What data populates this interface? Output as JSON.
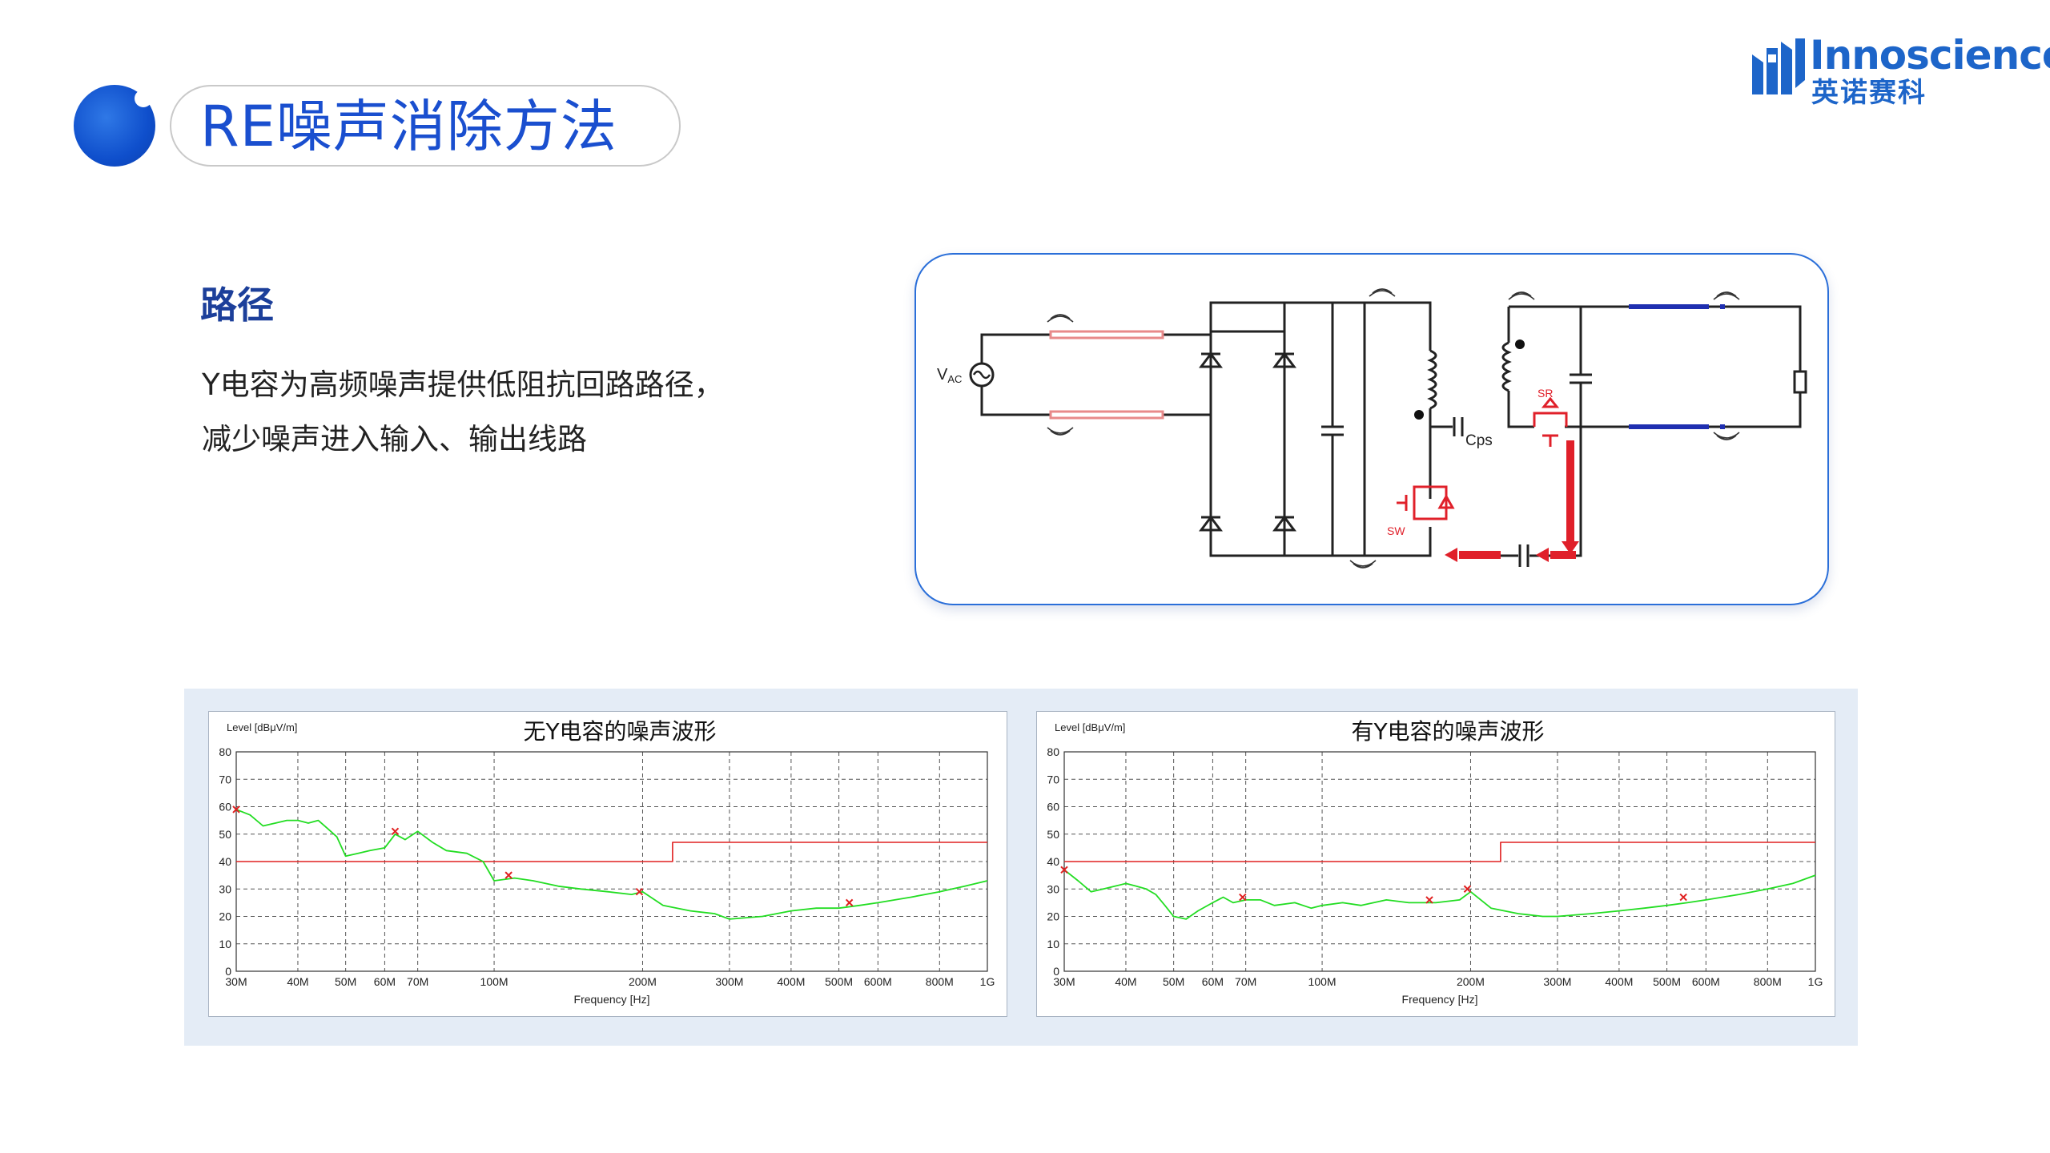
{
  "title": "RE噪声消除方法",
  "logo": {
    "word": "Innoscience",
    "cn": "英诺赛科"
  },
  "section_heading": "路径",
  "body": {
    "line1": "Y电容为高频噪声提供低阻抗回路路径，",
    "line2": "减少噪声进入输入、输出线路"
  },
  "circuit": {
    "vac_label": "V",
    "vac_sub": "AC",
    "cps_label": "Cps",
    "sw_label": "SW",
    "sr_label": "SR",
    "colors": {
      "wire": "#222222",
      "switch": "#e0202a",
      "noise_path": "#e0202a",
      "output_arrow": "#1f2fb0",
      "input_bar": "#e88a8a"
    }
  },
  "chart_data": [
    {
      "type": "line",
      "title": "无Y电容的噪声波形",
      "ylabel": "Level [dBμV/m]",
      "xlabel": "Frequency [Hz]",
      "xscale": "log",
      "xlim": [
        30,
        1000
      ],
      "ylim": [
        0,
        80
      ],
      "yticks": [
        0,
        10,
        20,
        30,
        40,
        50,
        60,
        70,
        80
      ],
      "xticks": [
        30,
        40,
        50,
        60,
        70,
        100,
        200,
        300,
        400,
        500,
        600,
        800,
        1000
      ],
      "xtick_labels": [
        "30M",
        "40M",
        "50M",
        "60M",
        "70M",
        "100M",
        "200M",
        "300M",
        "400M",
        "500M",
        "600M",
        "800M",
        "1G"
      ],
      "grid": true,
      "series": [
        {
          "name": "",
          "color": "#e02020",
          "style": "step",
          "x": [
            30,
            230,
            230,
            1000
          ],
          "y": [
            40,
            40,
            47,
            47
          ]
        },
        {
          "name": "",
          "color": "#22dd22",
          "style": "line",
          "x": [
            30,
            32,
            34,
            36,
            38,
            40,
            42,
            44,
            46,
            48,
            50,
            53,
            56,
            60,
            63,
            66,
            70,
            75,
            80,
            88,
            95,
            100,
            110,
            120,
            135,
            150,
            170,
            190,
            200,
            220,
            250,
            280,
            300,
            350,
            400,
            450,
            500,
            550,
            600,
            700,
            800,
            900,
            1000
          ],
          "y": [
            59,
            57,
            53,
            54,
            55,
            55,
            54,
            55,
            52,
            49,
            42,
            43,
            44,
            45,
            50,
            48,
            51,
            47,
            44,
            43,
            40,
            33,
            34,
            33,
            31,
            30,
            29,
            28,
            29,
            24,
            22,
            21,
            19,
            20,
            22,
            23,
            23,
            24,
            25,
            27,
            29,
            31,
            33
          ]
        },
        {
          "name": "",
          "color": "#e02020",
          "style": "markers",
          "x": [
            30,
            63,
            107,
            197,
            525
          ],
          "y": [
            59,
            51,
            35,
            29,
            25
          ]
        }
      ]
    },
    {
      "type": "line",
      "title": "有Y电容的噪声波形",
      "ylabel": "Level [dBμV/m]",
      "xlabel": "Frequency [Hz]",
      "xscale": "log",
      "xlim": [
        30,
        1000
      ],
      "ylim": [
        0,
        80
      ],
      "yticks": [
        0,
        10,
        20,
        30,
        40,
        50,
        60,
        70,
        80
      ],
      "xticks": [
        30,
        40,
        50,
        60,
        70,
        100,
        200,
        300,
        400,
        500,
        600,
        800,
        1000
      ],
      "xtick_labels": [
        "30M",
        "40M",
        "50M",
        "60M",
        "70M",
        "100M",
        "200M",
        "300M",
        "400M",
        "500M",
        "600M",
        "800M",
        "1G"
      ],
      "grid": true,
      "series": [
        {
          "name": "",
          "color": "#e02020",
          "style": "step",
          "x": [
            30,
            230,
            230,
            1000
          ],
          "y": [
            40,
            40,
            47,
            47
          ]
        },
        {
          "name": "",
          "color": "#22dd22",
          "style": "line",
          "x": [
            30,
            32,
            34,
            36,
            38,
            40,
            42,
            44,
            46,
            48,
            50,
            53,
            56,
            60,
            63,
            66,
            70,
            75,
            80,
            88,
            95,
            100,
            110,
            120,
            135,
            150,
            170,
            190,
            200,
            220,
            250,
            280,
            300,
            350,
            400,
            450,
            500,
            550,
            600,
            700,
            800,
            900,
            1000
          ],
          "y": [
            37,
            33,
            29,
            30,
            31,
            32,
            31,
            30,
            28,
            24,
            20,
            19,
            22,
            25,
            27,
            25,
            26,
            26,
            24,
            25,
            23,
            24,
            25,
            24,
            26,
            25,
            25,
            26,
            29,
            23,
            21,
            20,
            20,
            21,
            22,
            23,
            24,
            25,
            26,
            28,
            30,
            32,
            35
          ]
        },
        {
          "name": "",
          "color": "#e02020",
          "style": "markers",
          "x": [
            30,
            69,
            165,
            197,
            540
          ],
          "y": [
            37,
            27,
            26,
            30,
            27
          ]
        }
      ]
    }
  ]
}
